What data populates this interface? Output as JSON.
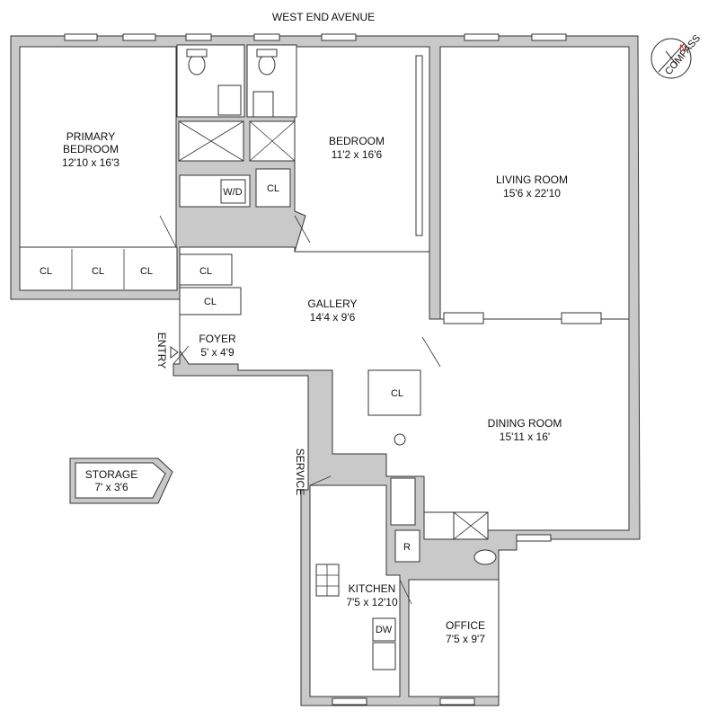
{
  "street": "WEST END AVENUE",
  "compass": {
    "label": "COMPASS",
    "north": "N"
  },
  "rooms": {
    "primary_bedroom": {
      "name_1": "PRIMARY",
      "name_2": "BEDROOM",
      "dims": "12'10 x 16'3"
    },
    "bedroom": {
      "name": "BEDROOM",
      "dims": "11'2 x 16'6"
    },
    "living_room": {
      "name": "LIVING ROOM",
      "dims": "15'6 x 22'10"
    },
    "gallery": {
      "name": "GALLERY",
      "dims": "14'4 x 9'6"
    },
    "foyer": {
      "name": "FOYER",
      "dims": "5' x 4'9"
    },
    "dining_room": {
      "name": "DINING ROOM",
      "dims": "15'11 x 16'"
    },
    "storage": {
      "name": "STORAGE",
      "dims": "7' x 3'6"
    },
    "kitchen": {
      "name": "KITCHEN",
      "dims": "7'5 x 12'10"
    },
    "office": {
      "name": "OFFICE",
      "dims": "7'5 x 9'7"
    }
  },
  "labels": {
    "closet": "CL",
    "washer_dryer": "W/D",
    "refrigerator": "R",
    "dishwasher": "DW",
    "entry": "ENTRY",
    "service": "SERVICE"
  }
}
